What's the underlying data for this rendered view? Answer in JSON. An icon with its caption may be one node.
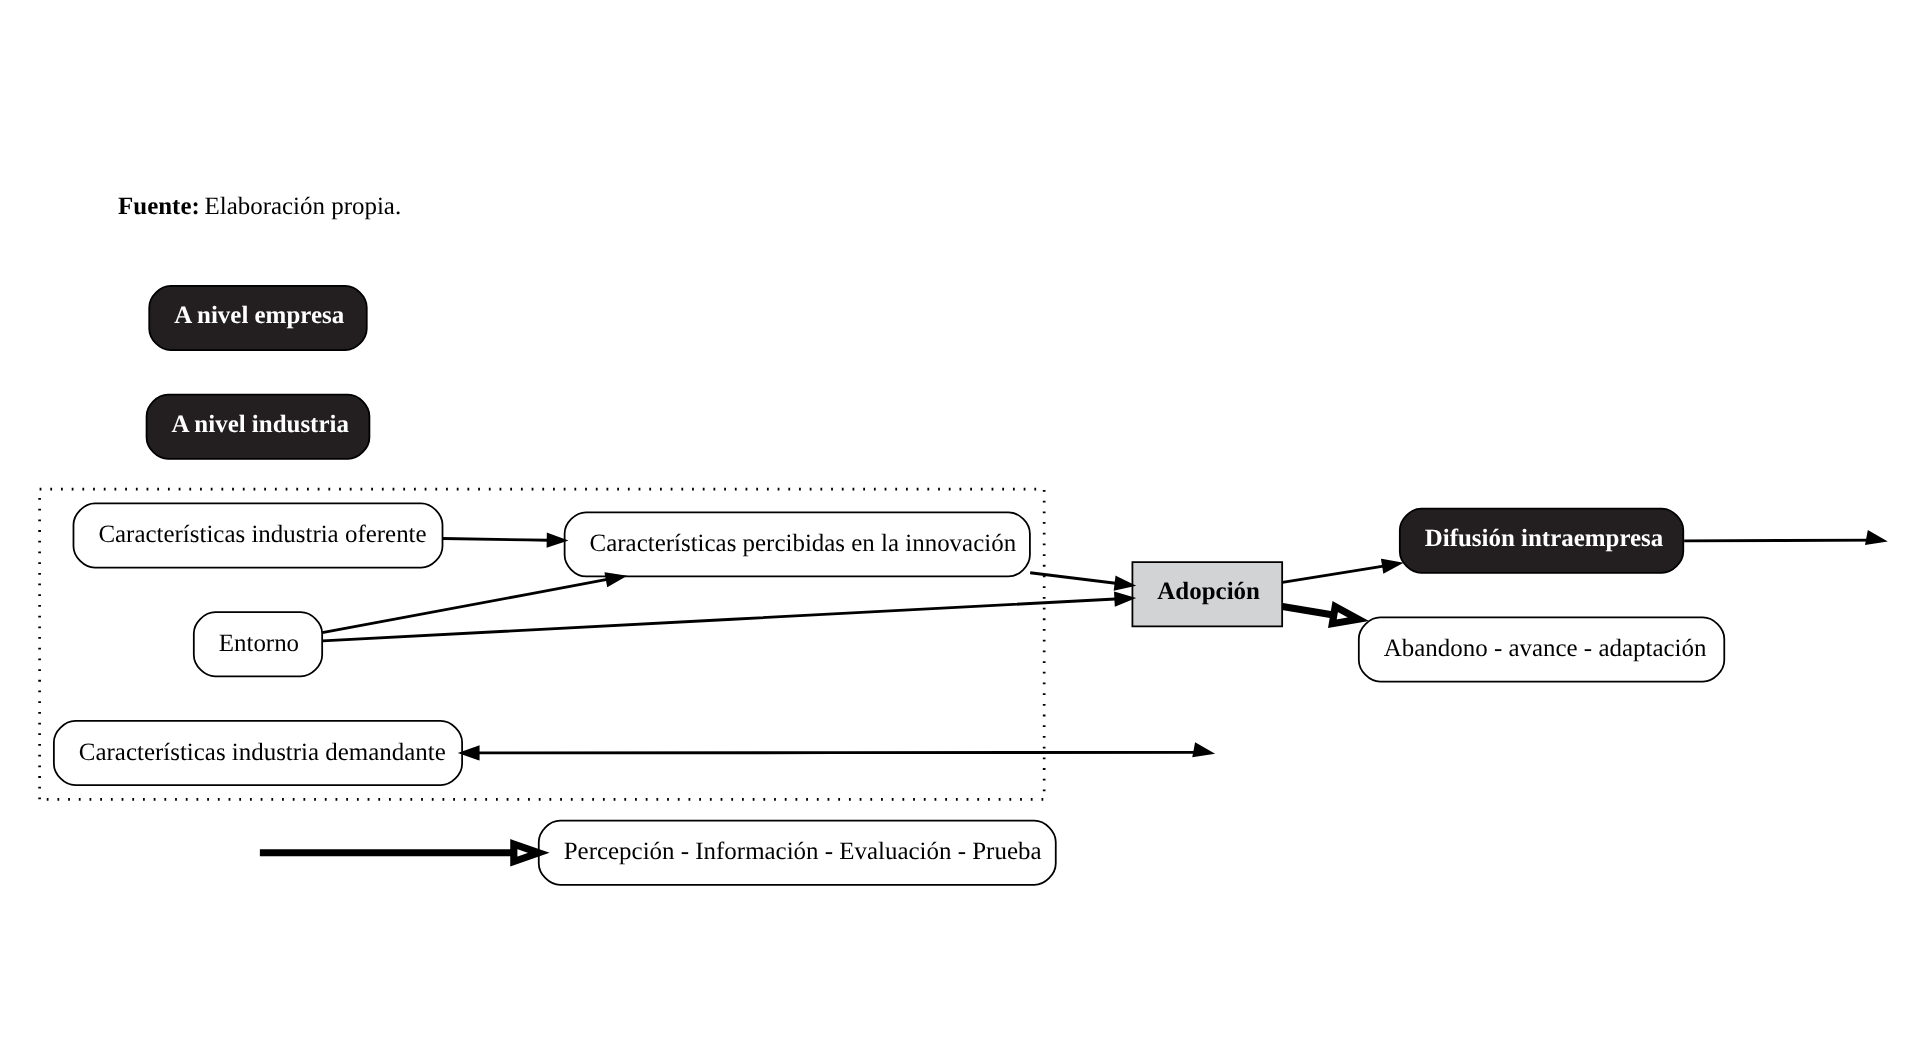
{
  "diagram": {
    "nodes": [
      {
        "text": [
          "Percepción - Información - Evaluación - Prueba"
        ]
      },
      {
        "text": [],
        "shape": "box"
      },
      {
        "text": [
          "Características industria oferente"
        ],
        "in": 1
      },
      {
        "text": [
          "Características percibidas en la innovación"
        ],
        "in": 1
      },
      {
        "text": [
          "Entorno"
        ],
        "in": 1
      },
      {
        "text": [
          "Características industria demandante"
        ],
        "in": 1
      },
      {
        "text": [
          "Adopción"
        ]
      },
      {
        "text": [
          "Difusión intraempresa"
        ]
      },
      {
        "text": [
          "Abandono - avance - adaptación"
        ]
      },
      {
        "text": [
          "A nivel industria"
        ]
      },
      {
        "text": [
          "A nivel empresa"
        ]
      }
    ],
    "edges": [
      {
        "from": null,
        "to": 0,
        "arrow": "to",
        "style": "thick"
      },
      {
        "from": 2,
        "to": 3,
        "arrow": "to"
      },
      {
        "from": 4,
        "to": 3,
        "arrow": "to"
      },
      {
        "from": 3,
        "to": 6,
        "arrow": "to"
      },
      {
        "from": 4,
        "to": 6,
        "arrow": "to"
      },
      {
        "from": 5,
        "to": null,
        "arrow": "both"
      },
      {
        "from": 6,
        "to": 8,
        "arrow": "to",
        "style": "thick"
      },
      {
        "from": 6,
        "to": 7,
        "arrow": "to"
      },
      {
        "from": 7,
        "to": null,
        "arrow": "to"
      }
    ],
    "labels": [
      "**Fuente:** Elaboración propia."
    ]
  }
}
